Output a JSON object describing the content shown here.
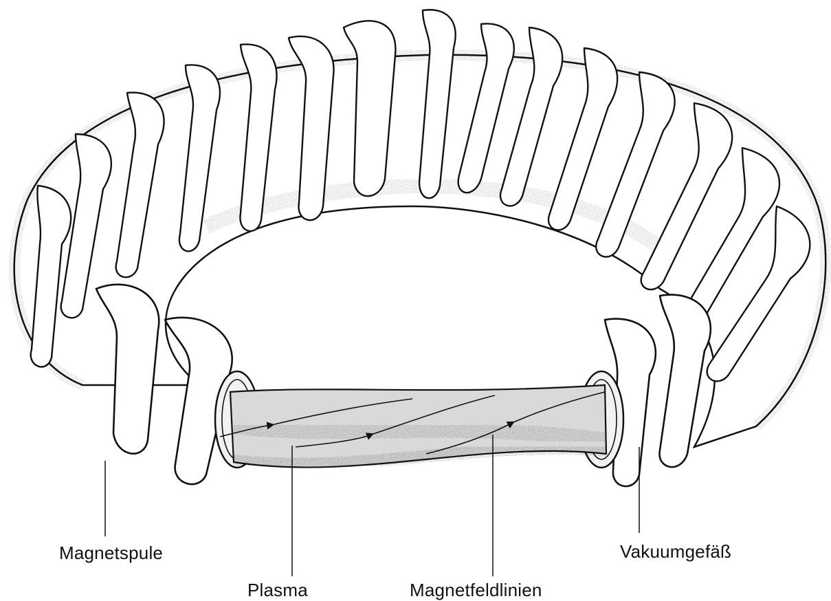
{
  "diagram": {
    "labels": {
      "magnet_coil": "Magnetspule",
      "plasma": "Plasma",
      "field_lines": "Magnetfeldlinien",
      "vacuum_vessel": "Vakuumgefäß"
    }
  }
}
